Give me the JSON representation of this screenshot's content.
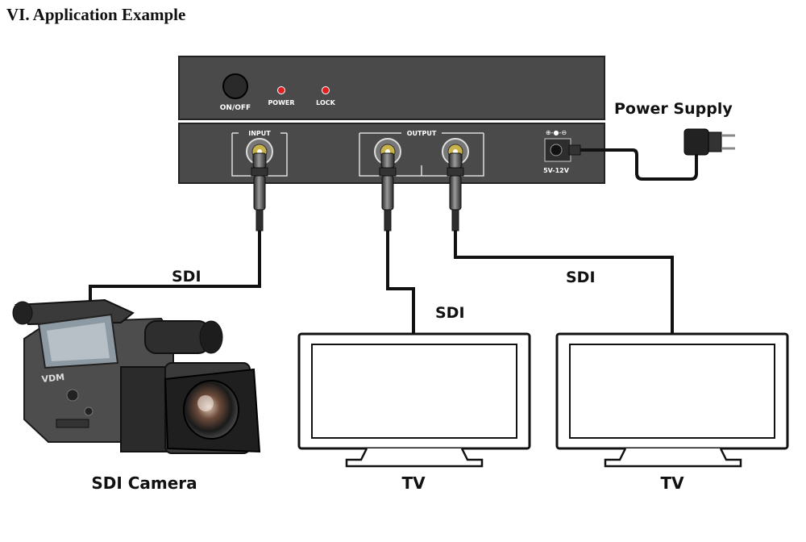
{
  "section_title": "VI. Application Example",
  "device": {
    "on_off_label": "ON/OFF",
    "power_led_label": "POWER",
    "lock_led_label": "LOCK",
    "input_label": "INPUT",
    "output_label": "OUTPUT",
    "dc_label": "5V-12V",
    "led_color": "#e02020",
    "panel_color": "#4a4a4a"
  },
  "labels": {
    "power_supply": "Power Supply",
    "cable_camera": "SDI",
    "cable_tv1": "SDI",
    "cable_tv2": "SDI",
    "camera": "SDI Camera",
    "tv1": "TV",
    "tv2": "TV"
  },
  "camera_brand": "VDM"
}
